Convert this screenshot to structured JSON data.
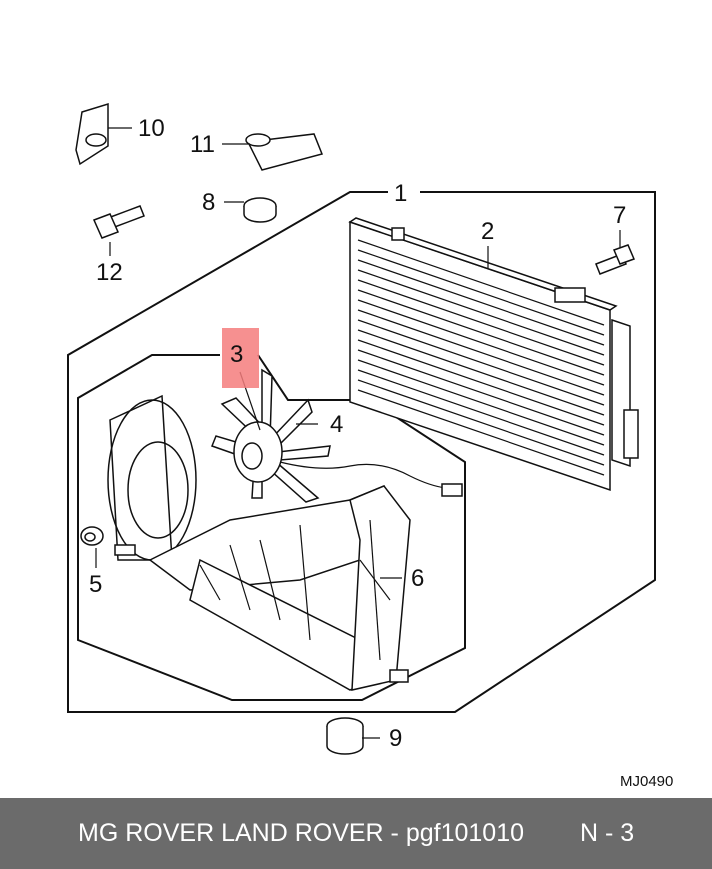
{
  "diagram": {
    "callouts": {
      "c1": "1",
      "c2": "2",
      "c3": "3",
      "c4": "4",
      "c5": "5",
      "c6": "6",
      "c7": "7",
      "c8": "8",
      "c9": "9",
      "c10": "10",
      "c11": "11",
      "c12": "12"
    },
    "highlighted_callout": "3",
    "highlight_color": "#f47c7c",
    "drawing_code": "MJ0490"
  },
  "footer": {
    "brand_part": "MG ROVER LAND ROVER - pgf101010",
    "ref": "N - 3",
    "background": "#6b6b6b"
  }
}
